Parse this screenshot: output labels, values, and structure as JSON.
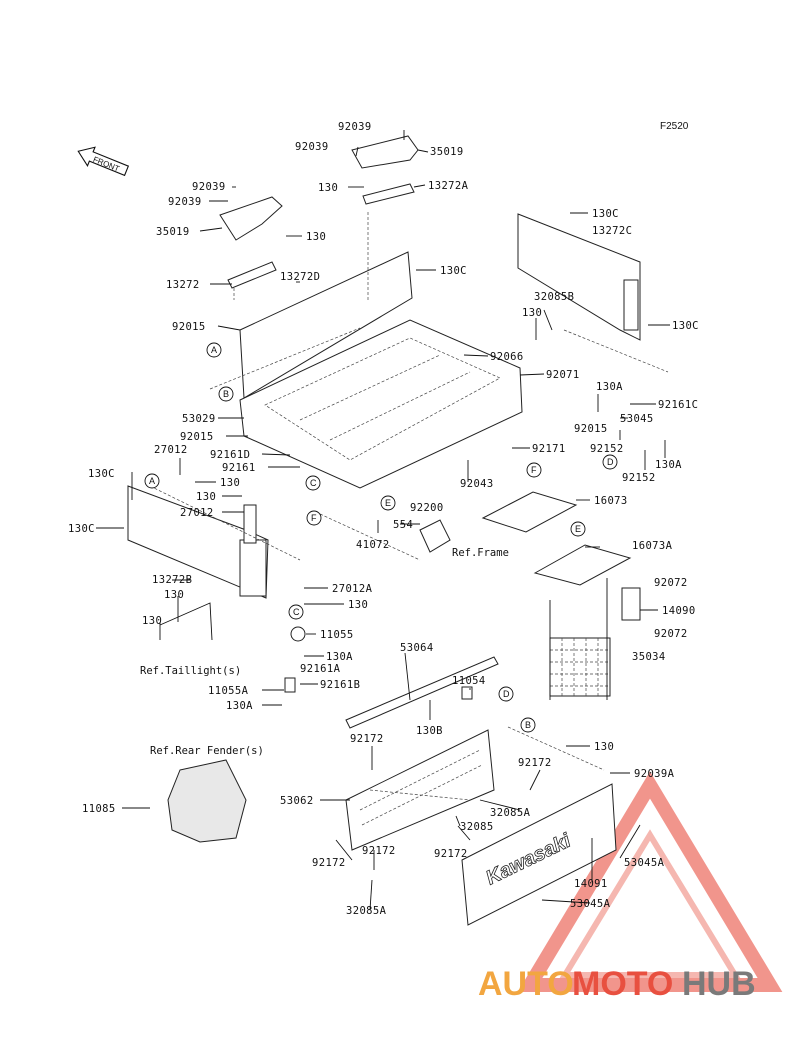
{
  "figure_id": "F2520",
  "front_label": "FRONT",
  "watermark": {
    "part1": "AUTO",
    "part2": "MOTO",
    "part3": "HUB",
    "color_auto": "#f2a640",
    "color_moto": "#e85040",
    "color_hub": "#7a7a7a"
  },
  "labels": [
    {
      "id": "l1",
      "text": "92039"
    },
    {
      "id": "l2",
      "text": "92039"
    },
    {
      "id": "l3",
      "text": "35019"
    },
    {
      "id": "l4",
      "text": "130"
    },
    {
      "id": "l5",
      "text": "13272A"
    },
    {
      "id": "l6",
      "text": "92039"
    },
    {
      "id": "l7",
      "text": "92039"
    },
    {
      "id": "l8",
      "text": "35019"
    },
    {
      "id": "l9",
      "text": "130"
    },
    {
      "id": "l10",
      "text": "13272"
    },
    {
      "id": "l11",
      "text": "13272D"
    },
    {
      "id": "l12",
      "text": "130C"
    },
    {
      "id": "l13",
      "text": "130C"
    },
    {
      "id": "l14",
      "text": "13272C"
    },
    {
      "id": "l15",
      "text": "32085B"
    },
    {
      "id": "l16",
      "text": "130"
    },
    {
      "id": "l17",
      "text": "130C"
    },
    {
      "id": "l18",
      "text": "92015"
    },
    {
      "id": "l19",
      "text": "92066"
    },
    {
      "id": "l20",
      "text": "92071"
    },
    {
      "id": "l21",
      "text": "130A"
    },
    {
      "id": "l22",
      "text": "92161C"
    },
    {
      "id": "l23",
      "text": "53029"
    },
    {
      "id": "l24",
      "text": "92015"
    },
    {
      "id": "l25",
      "text": "53045"
    },
    {
      "id": "l26",
      "text": "92015"
    },
    {
      "id": "l27",
      "text": "92152"
    },
    {
      "id": "l28",
      "text": "27012"
    },
    {
      "id": "l29",
      "text": "92161D"
    },
    {
      "id": "l30",
      "text": "92171"
    },
    {
      "id": "l31",
      "text": "130A"
    },
    {
      "id": "l32",
      "text": "92161"
    },
    {
      "id": "l33",
      "text": "92152"
    },
    {
      "id": "l34",
      "text": "130C"
    },
    {
      "id": "l35",
      "text": "130"
    },
    {
      "id": "l36",
      "text": "92043"
    },
    {
      "id": "l37",
      "text": "130"
    },
    {
      "id": "l38",
      "text": "27012"
    },
    {
      "id": "l39",
      "text": "92200"
    },
    {
      "id": "l40",
      "text": "16073"
    },
    {
      "id": "l41",
      "text": "130C"
    },
    {
      "id": "l42",
      "text": "554"
    },
    {
      "id": "l43",
      "text": "41072"
    },
    {
      "id": "l44",
      "text": "16073A"
    },
    {
      "id": "l45",
      "text": "13272B"
    },
    {
      "id": "l46",
      "text": "27012A"
    },
    {
      "id": "l47",
      "text": "130"
    },
    {
      "id": "l48",
      "text": "92072"
    },
    {
      "id": "l49",
      "text": "130"
    },
    {
      "id": "l50",
      "text": "14090"
    },
    {
      "id": "l51",
      "text": "130"
    },
    {
      "id": "l52",
      "text": "11055"
    },
    {
      "id": "l53",
      "text": "92072"
    },
    {
      "id": "l54",
      "text": "53064"
    },
    {
      "id": "l55",
      "text": "35034"
    },
    {
      "id": "l56",
      "text": "130A"
    },
    {
      "id": "l57",
      "text": "92161A"
    },
    {
      "id": "l58",
      "text": "11054"
    },
    {
      "id": "l59",
      "text": "92161B"
    },
    {
      "id": "l60",
      "text": "11055A"
    },
    {
      "id": "l61",
      "text": "130A"
    },
    {
      "id": "l62",
      "text": "130B"
    },
    {
      "id": "l63",
      "text": "130"
    },
    {
      "id": "l64",
      "text": "92172"
    },
    {
      "id": "l65",
      "text": "92039A"
    },
    {
      "id": "l66",
      "text": "92172"
    },
    {
      "id": "l67",
      "text": "11085"
    },
    {
      "id": "l68",
      "text": "53062"
    },
    {
      "id": "l69",
      "text": "32085A"
    },
    {
      "id": "l70",
      "text": "32085"
    },
    {
      "id": "l71",
      "text": "92172"
    },
    {
      "id": "l72",
      "text": "92172"
    },
    {
      "id": "l73",
      "text": "92172"
    },
    {
      "id": "l74",
      "text": "53045A"
    },
    {
      "id": "l75",
      "text": "14091"
    },
    {
      "id": "l76",
      "text": "53045A"
    },
    {
      "id": "l77",
      "text": "32085A"
    }
  ],
  "refs": [
    {
      "id": "r1",
      "text": "Ref.Frame"
    },
    {
      "id": "r2",
      "text": "Ref.Taillight(s)"
    },
    {
      "id": "r3",
      "text": "Ref.Rear Fender(s)"
    }
  ],
  "callouts": [
    {
      "id": "cA1",
      "text": "A"
    },
    {
      "id": "cB1",
      "text": "B"
    },
    {
      "id": "cA2",
      "text": "A"
    },
    {
      "id": "cC1",
      "text": "C"
    },
    {
      "id": "cE1",
      "text": "E"
    },
    {
      "id": "cF1",
      "text": "F"
    },
    {
      "id": "cF2",
      "text": "F"
    },
    {
      "id": "cE2",
      "text": "E"
    },
    {
      "id": "cD1",
      "text": "D"
    },
    {
      "id": "cC2",
      "text": "C"
    },
    {
      "id": "cD2",
      "text": "D"
    },
    {
      "id": "cB2",
      "text": "B"
    }
  ],
  "tailgate_brand": "Kawasaki"
}
